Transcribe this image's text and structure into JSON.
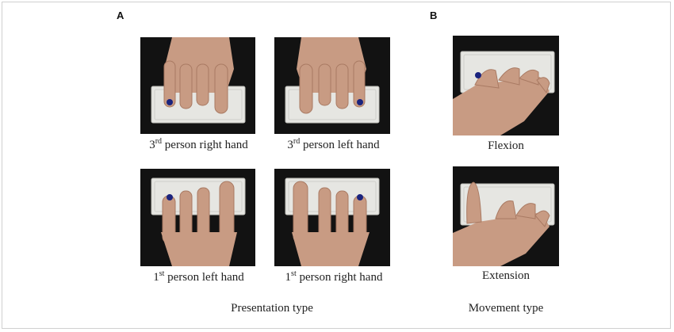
{
  "panels": {
    "a": {
      "letter": "A",
      "captions": [
        {
          "ord": "3",
          "sup": "rd",
          "rest": " person right  hand"
        },
        {
          "ord": "3",
          "sup": "rd",
          "rest": " person left  hand"
        },
        {
          "ord": "1",
          "sup": "st",
          "rest": " person left hand"
        },
        {
          "ord": "1",
          "sup": "st",
          "rest": " person right  hand"
        }
      ],
      "axis_label": "Presentation type"
    },
    "b": {
      "letter": "B",
      "captions": [
        "Flexion",
        "Extension"
      ],
      "axis_label": "Movement type"
    }
  },
  "colors": {
    "photo_background": "#121212",
    "skin": "#c89b83",
    "skin_shadow": "#a97a63",
    "button_box": "#e6e6e2",
    "marker_dot": "#1a237e"
  }
}
